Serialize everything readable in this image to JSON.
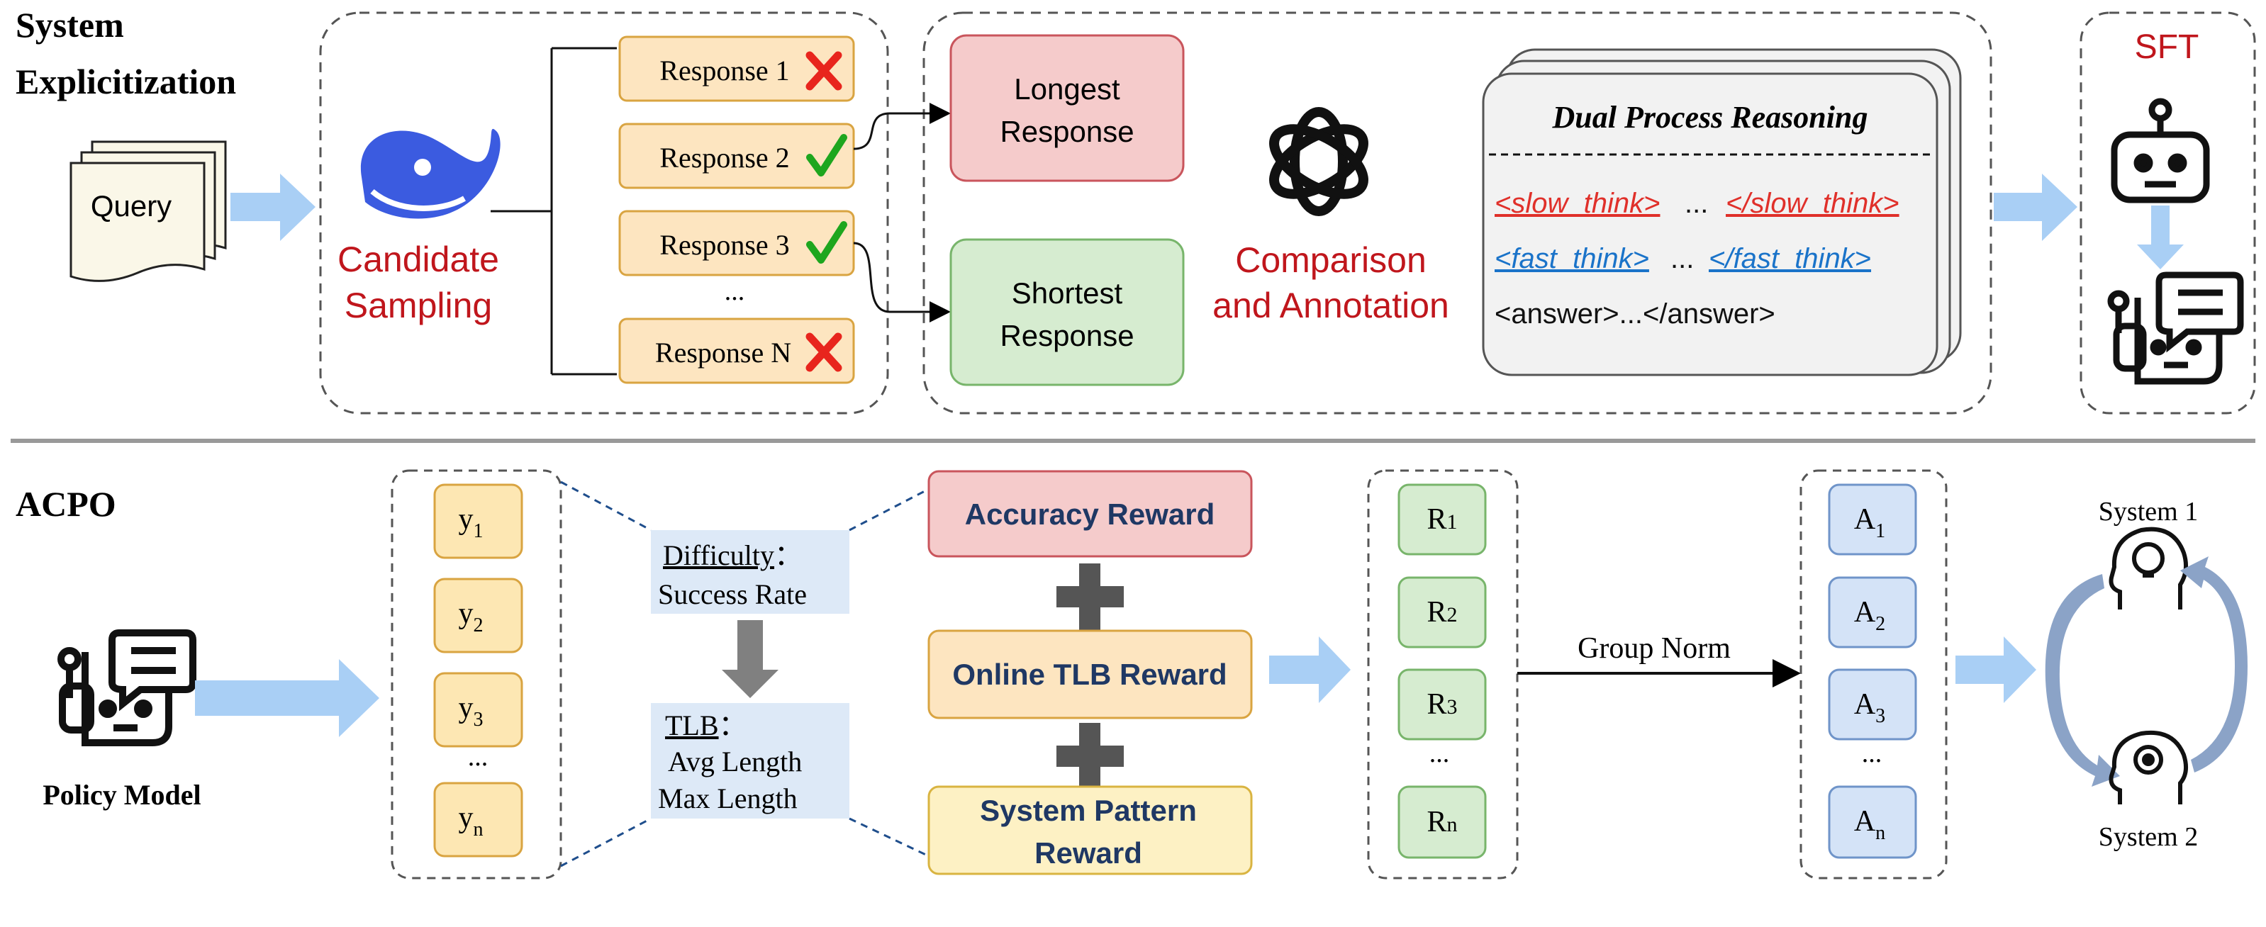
{
  "top": {
    "section_title_line1": "System",
    "section_title_line2": "Explicitization",
    "query_label": "Query",
    "sampling_label_line1": "Candidate",
    "sampling_label_line2": "Sampling",
    "responses": [
      {
        "label": "Response 1",
        "mark": "cross"
      },
      {
        "label": "Response 2",
        "mark": "check"
      },
      {
        "label": "Response 3",
        "mark": "check"
      },
      {
        "label": "...",
        "mark": "none"
      },
      {
        "label": "Response N",
        "mark": "cross"
      }
    ],
    "longest_line1": "Longest",
    "longest_line2": "Response",
    "shortest_line1": "Shortest",
    "shortest_line2": "Response",
    "comparison_line1": "Comparison",
    "comparison_line2": "and Annotation",
    "dpr_title": "Dual Process Reasoning",
    "slow_open": "<slow_think>",
    "slow_close": "</slow_think>",
    "fast_open": "<fast_think>",
    "fast_close": "</fast_think>",
    "ellipsis": "...",
    "answer_line": "<answer>...</answer>",
    "sft_label": "SFT"
  },
  "bottom": {
    "section_title": "ACPO",
    "policy_label": "Policy Model",
    "y_items": [
      {
        "base": "y",
        "sub": "1"
      },
      {
        "base": "y",
        "sub": "2"
      },
      {
        "base": "y",
        "sub": "3"
      },
      {
        "base": "y",
        "sub": "n"
      }
    ],
    "y_ellipsis": "...",
    "difficulty_title": "Difficulty",
    "difficulty_colon": "：",
    "difficulty_sub": "Success Rate",
    "tlb_title": "TLB",
    "tlb_colon": "：",
    "tlb_line1": "Avg Length",
    "tlb_line2": "Max Length",
    "accuracy_reward": "Accuracy Reward",
    "online_tlb_reward": "Online TLB Reward",
    "system_pattern_line1": "System Pattern",
    "system_pattern_line2": "Reward",
    "r_items": [
      {
        "base": "R",
        "sub": "1"
      },
      {
        "base": "R",
        "sub": "2"
      },
      {
        "base": "R",
        "sub": "3"
      },
      {
        "base": "R",
        "sub": "n"
      }
    ],
    "r_ellipsis": "...",
    "group_norm": "Group Norm",
    "a_items": [
      {
        "base": "A",
        "sub": "1"
      },
      {
        "base": "A",
        "sub": "2"
      },
      {
        "base": "A",
        "sub": "3"
      },
      {
        "base": "A",
        "sub": "n"
      }
    ],
    "a_ellipsis": "...",
    "system1": "System 1",
    "system2": "System 2"
  },
  "colors": {
    "red_label": "#c0161c",
    "slow_tag": "#e0302a",
    "fast_tag": "#1a73c9",
    "arrow_blue": "#a9cff5",
    "reward_text": "#1f3864",
    "whale_blue": "#3b5be0"
  }
}
